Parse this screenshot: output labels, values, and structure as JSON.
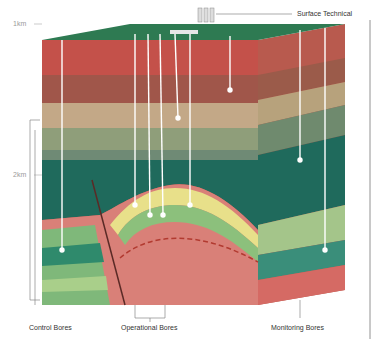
{
  "diagram": {
    "labels": [
      "Surface Technical",
      "1km",
      "2km",
      "Control Bores",
      "Operational Bores",
      "Monitoring Bores"
    ]
  }
}
